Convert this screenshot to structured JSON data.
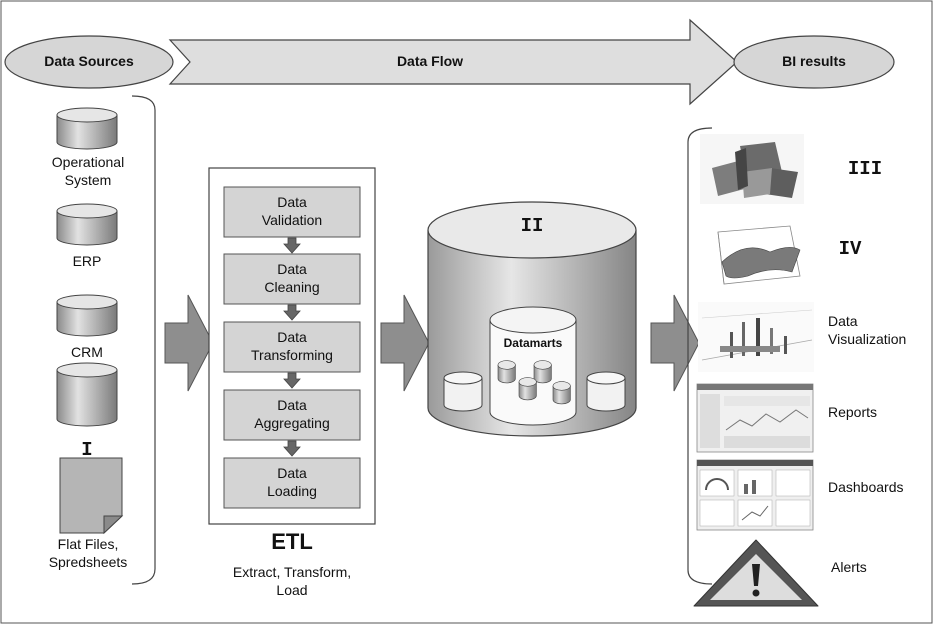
{
  "header": {
    "data_sources": "Data Sources",
    "data_flow": "Data Flow",
    "bi_results": "BI results"
  },
  "sources": {
    "operational_line1": "Operational",
    "operational_line2": "System",
    "erp": "ERP",
    "crm": "CRM",
    "marker": "I",
    "flat_line1": "Flat Files,",
    "flat_line2": "Spredsheets"
  },
  "etl": {
    "steps": [
      {
        "line1": "Data",
        "line2": "Validation"
      },
      {
        "line1": "Data",
        "line2": "Cleaning"
      },
      {
        "line1": "Data",
        "line2": "Transforming"
      },
      {
        "line1": "Data",
        "line2": "Aggregating"
      },
      {
        "line1": "Data",
        "line2": "Loading"
      }
    ],
    "title": "ETL",
    "subtitle_line1": "Extract, Transform,",
    "subtitle_line2": "Load"
  },
  "warehouse": {
    "marker": "II",
    "datamarts": "Datamarts"
  },
  "results": {
    "marker_iii": "III",
    "marker_iv": "IV",
    "visualization_line1": "Data",
    "visualization_line2": "Visualization",
    "reports": "Reports",
    "dashboards": "Dashboards",
    "alerts": "Alerts"
  },
  "colors": {
    "ellipse": "#d9d9d9",
    "arrow": "#dcdcdc",
    "step_box": "#d4d4d4",
    "big_arrow": "#8c8c8c",
    "cylinder": "#c8c8c8"
  }
}
